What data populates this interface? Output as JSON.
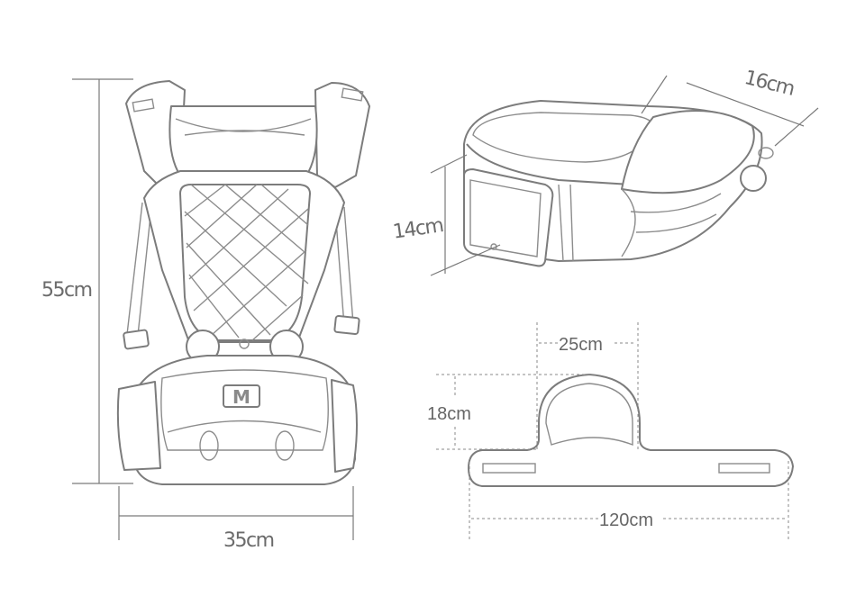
{
  "dimensions": {
    "carrier_height": "55cm",
    "carrier_width": "35cm",
    "seat_depth": "16cm",
    "seat_height": "14cm",
    "seat_top_width": "25cm",
    "seat_top_height": "18cm",
    "belt_length": "120cm"
  },
  "logo_letter": "M",
  "colors": {
    "line": "#7c7c7c",
    "text": "#666666",
    "background": "#ffffff"
  }
}
